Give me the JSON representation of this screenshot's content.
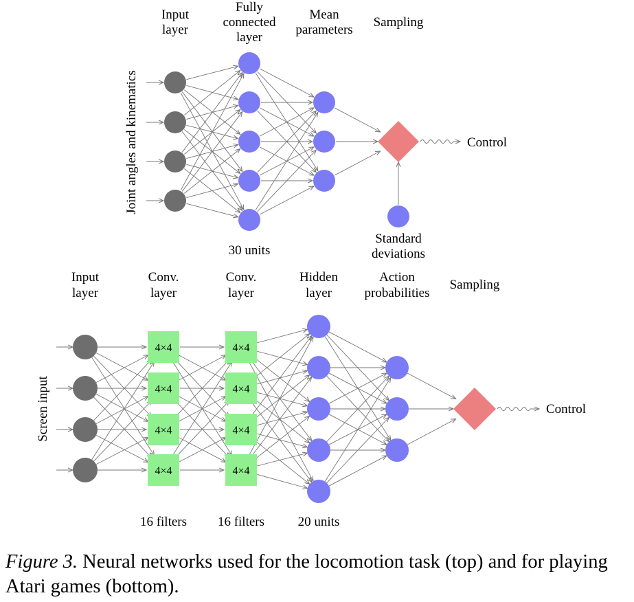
{
  "colors": {
    "input_node": "#6e6e6e",
    "hidden_node": "#7b7bf5",
    "conv_box": "#90f090",
    "sampling_diamond": "#ec7f7f",
    "edge": "#777777"
  },
  "top_network": {
    "y_axis_label": "Joint angles and kinematics",
    "headers": {
      "input": [
        "Input",
        "layer"
      ],
      "fc": [
        "Fully",
        "connected",
        "layer"
      ],
      "mean": [
        "Mean",
        "parameters"
      ],
      "sampling": "Sampling"
    },
    "fc_units": "30 units",
    "std_label": [
      "Standard",
      "deviations"
    ],
    "output": "Control",
    "layer_sizes": {
      "input": 4,
      "fc": 5,
      "mean": 3,
      "std": 1
    }
  },
  "bottom_network": {
    "y_axis_label": "Screen input",
    "headers": {
      "input": [
        "Input",
        "layer"
      ],
      "conv1": [
        "Conv.",
        "layer"
      ],
      "conv2": [
        "Conv.",
        "layer"
      ],
      "hidden": [
        "Hidden",
        "layer"
      ],
      "action": [
        "Action",
        "probabilities"
      ],
      "sampling": "Sampling"
    },
    "conv1_filters": "16 filters",
    "conv2_filters": "16 filters",
    "hidden_units": "20 units",
    "filter_label": "4×4",
    "output": "Control",
    "layer_sizes": {
      "input": 4,
      "conv1": 4,
      "conv2": 4,
      "hidden": 5,
      "action": 3
    }
  },
  "caption": {
    "figure_label": "Figure 3.",
    "text": " Neural networks used for the locomotion task (top) and for playing Atari games (bottom)."
  }
}
